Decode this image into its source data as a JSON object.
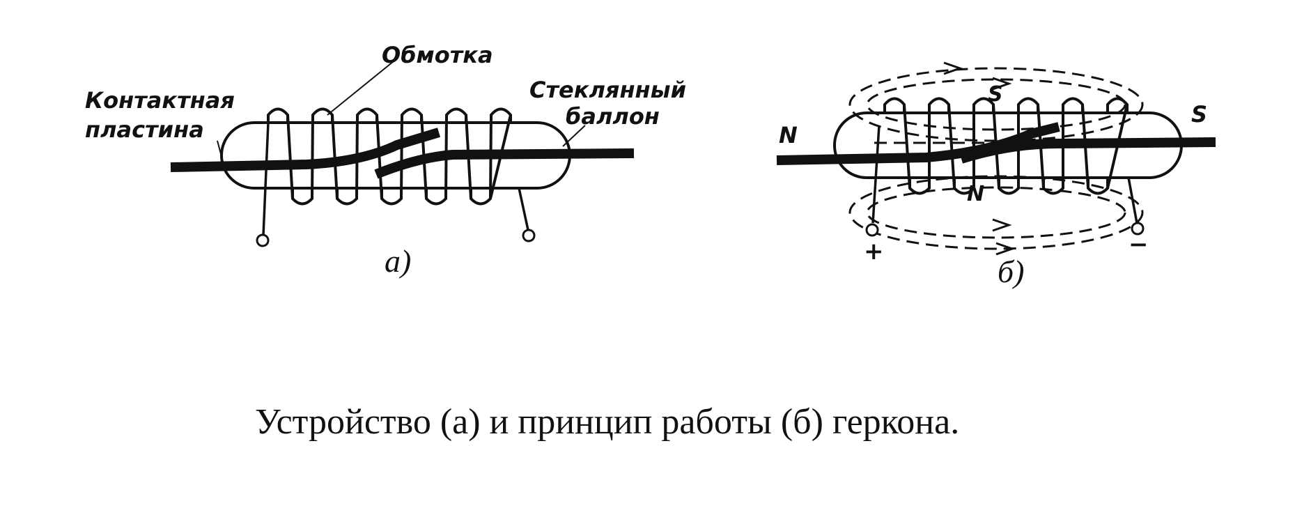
{
  "diagram_a": {
    "label_winding": "Обмотка",
    "label_contact_line1": "Контактная",
    "label_contact_line2": "пластина",
    "label_glass_line1": "Стеклянный",
    "label_glass_line2": "баллон",
    "sublabel": "а)"
  },
  "diagram_b": {
    "pole_left": "N",
    "pole_right": "S",
    "pole_top": "S",
    "pole_center": "N",
    "terminal_plus": "+",
    "terminal_minus": "−",
    "sublabel": "б)"
  },
  "caption": "Устройство (а) и принцип работы (б) геркона."
}
